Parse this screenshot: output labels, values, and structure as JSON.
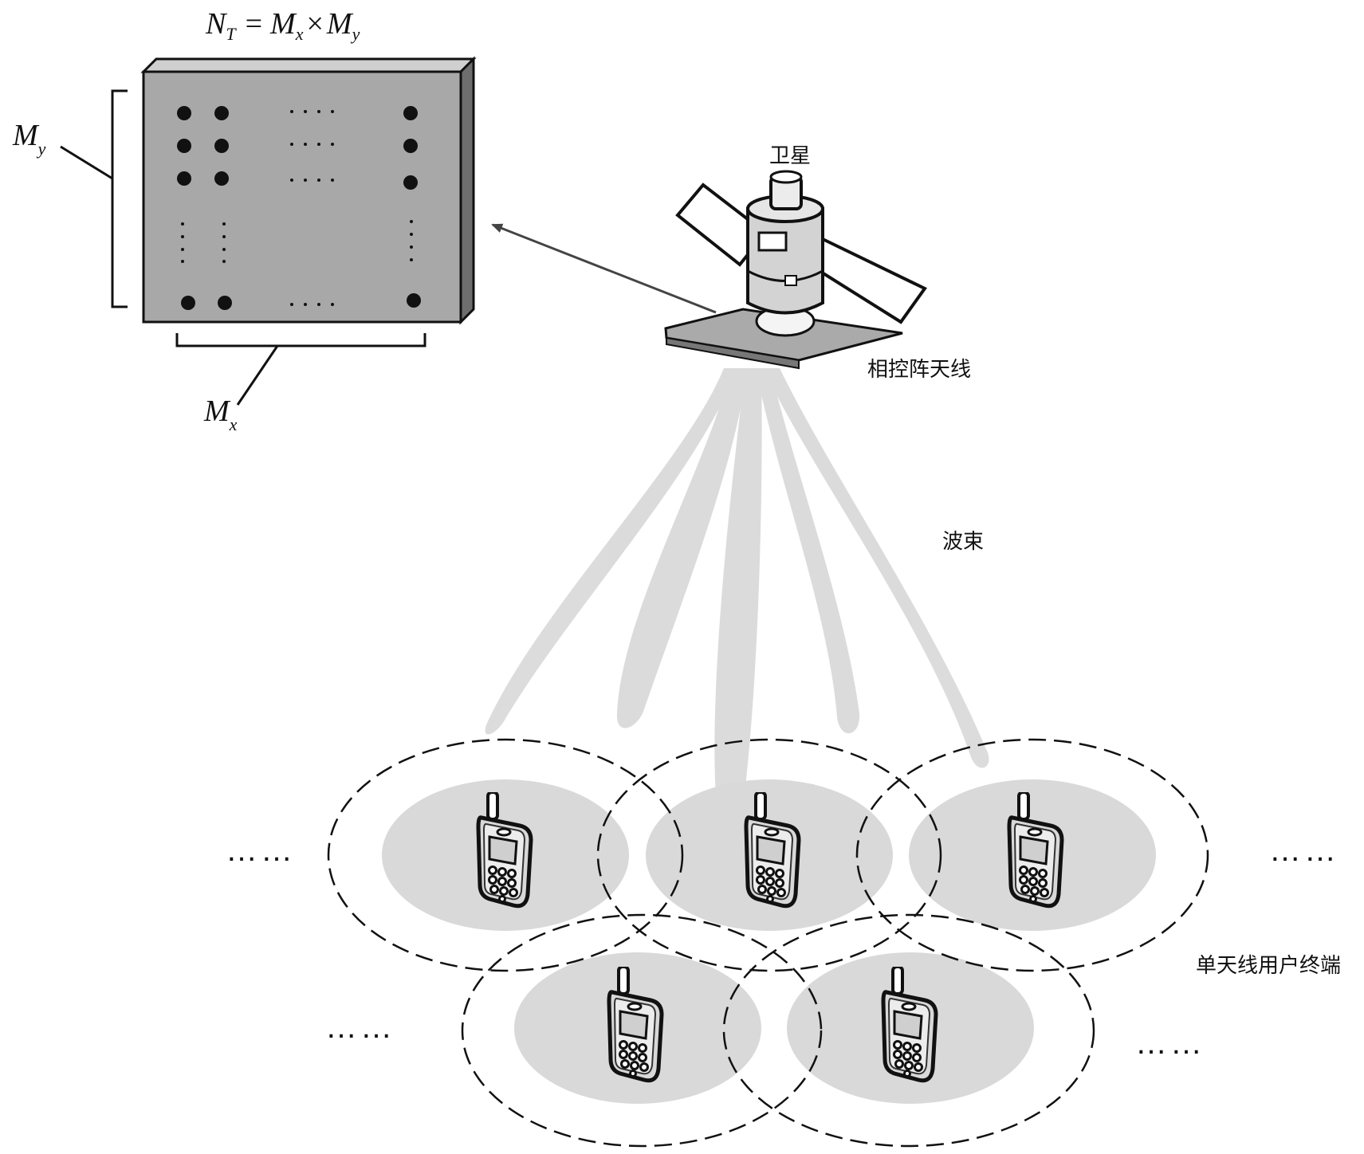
{
  "labels": {
    "satellite": "卫星",
    "phased_array_antenna": "相控阵天线",
    "beam": "波束",
    "single_antenna_user_terminal": "单天线用户终端"
  },
  "formula": {
    "N": "N",
    "N_sub": "T",
    "eq": "=",
    "M1": "M",
    "M1_sub": "x",
    "times": "×",
    "M2": "M",
    "M2_sub": "y"
  },
  "array": {
    "My": "M",
    "My_sub": "y",
    "Mx": "M",
    "Mx_sub": "x"
  },
  "ellipsis": "……"
}
